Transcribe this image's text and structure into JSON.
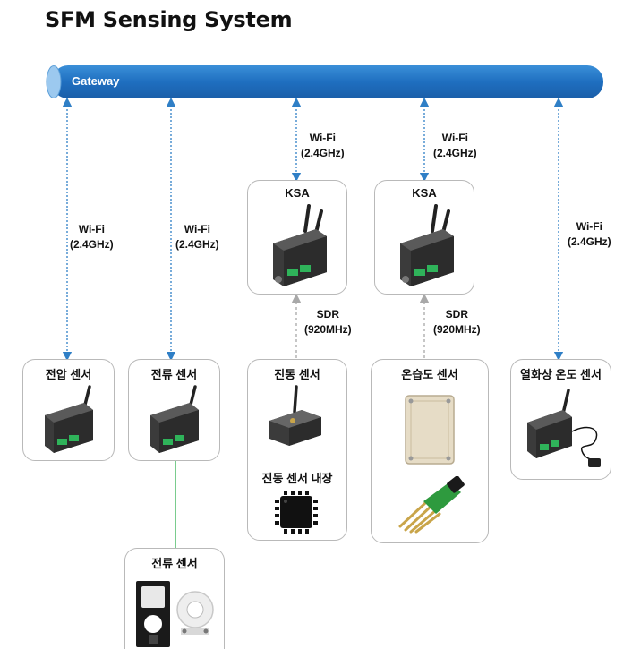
{
  "title": "SFM Sensing System",
  "gateway": {
    "label": "Gateway",
    "color": "#1f78c8"
  },
  "links": {
    "wifi_line1": "Wi-Fi",
    "wifi_line2": "(2.4GHz)",
    "sdr_line1": "SDR",
    "sdr_line2": "(920MHz)"
  },
  "ksa": {
    "left_title": "KSA",
    "right_title": "KSA"
  },
  "sensors": {
    "voltage": "전압 센서",
    "current": "전류 센서",
    "vibration": "진동 센서",
    "vibration_embedded": "진동 센서 내장",
    "temp_humidity": "온습도 센서",
    "thermal": "열화상 온도 센서",
    "current_clamp": "전류 센서"
  },
  "colors": {
    "link_blue": "#2f7fc6",
    "link_gray": "#b0b0b0",
    "link_green": "#22aa44",
    "box_border": "#b9b9b9"
  }
}
